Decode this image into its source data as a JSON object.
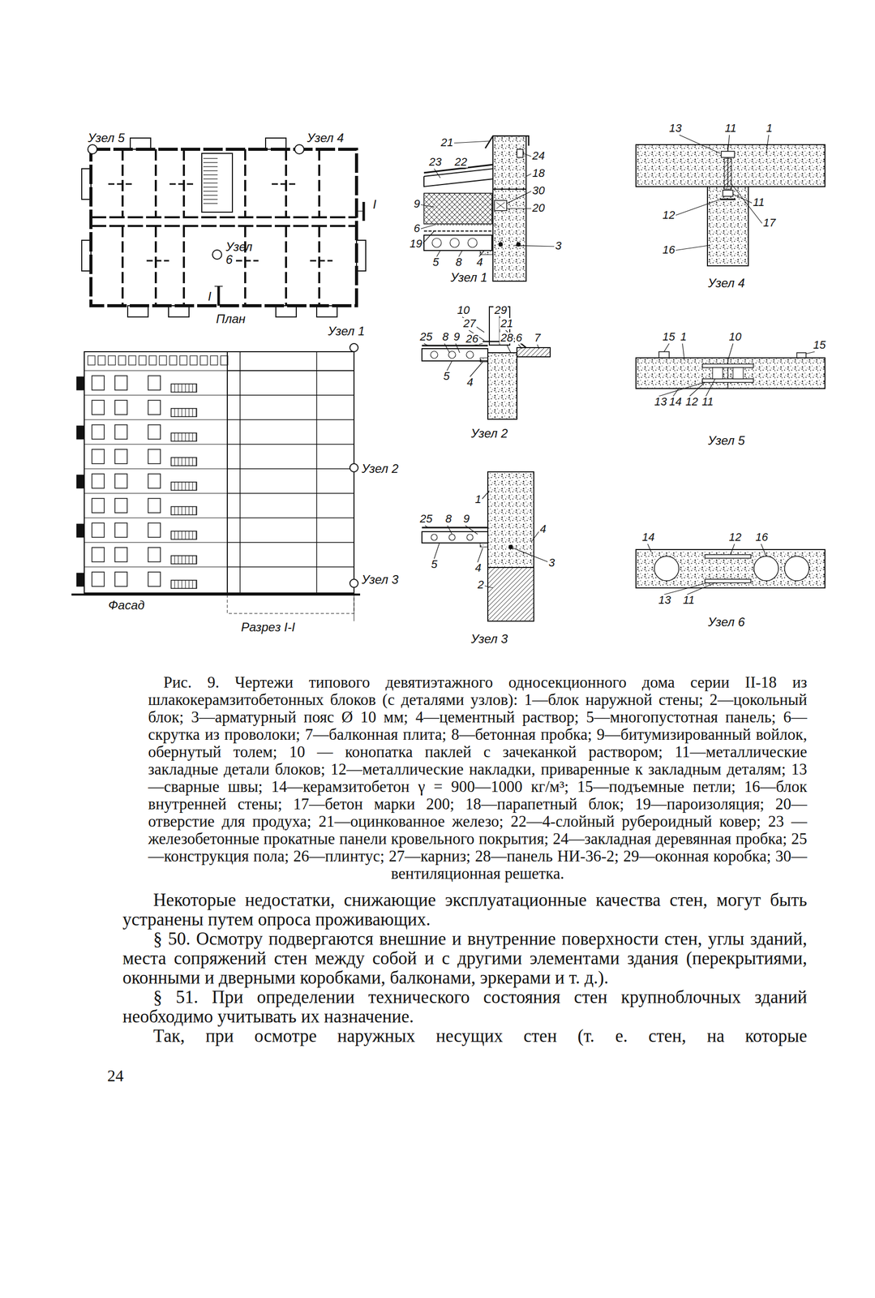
{
  "diagram": {
    "caption": "Рис. 9. Чертежи типового девятиэтажного односекционного дома серии II-18 из шлакокерамзитобетонных блоков (с деталями узлов): 1—блок наружной стены; 2—цокольный блок; 3—арматурный пояс Ø 10 мм; 4—цементный раствор; 5—многопустотная панель; 6—скрутка из проволоки; 7—балконная плита; 8—бетонная пробка; 9—битумизированный войлок, обернутый толем; 10 — конопатка паклей с зачеканкой раствором; 11—металлические закладные детали блоков; 12—металлические накладки, приваренные к закладным деталям; 13—сварные швы; 14—керамзитобетон γ = 900—1000 кг/м³; 15—подъемные петли; 16—блок внутренней стены; 17—бетон марки 200; 18—парапетный блок; 19—пароизоляция; 20—отверстие для продуха; 21—оцинкованное железо; 22—4-слойный рубероидный ковер; 23 — железобетонные прокатные панели кровельного покрытия; 24—закладная деревянная пробка; 25—конструкция пола; 26—плинтус; 27—карниз; 28—панель НИ-36-2; 29—оконная коробка; 30—вентиляционная решетка.",
    "labels": [
      "Узел 5",
      "Узел 4",
      "I",
      "Узел 6",
      "I",
      "План",
      "Узел 1",
      "Узел 2",
      "Узел 3",
      "Фасад",
      "Разрез I-I",
      "21",
      "23",
      "22",
      "24",
      "18",
      "30",
      "20",
      "9",
      "6",
      "19",
      "3",
      "5",
      "8",
      "4",
      "Узел 1",
      "10",
      "29",
      "27",
      "21",
      "25",
      "8",
      "9",
      "26",
      "28",
      "6",
      "7",
      "5",
      "4",
      "Узел 2",
      "1",
      "25",
      "8",
      "9",
      "4",
      "3",
      "5",
      "4",
      "2",
      "Узел 3",
      "13",
      "11",
      "1",
      "11",
      "17",
      "12",
      "16",
      "Узел 4",
      "15",
      "1",
      "10",
      "15",
      "13",
      "14",
      "12",
      "11",
      "Узел 5",
      "14",
      "12",
      "16",
      "13",
      "11",
      "Узел 6",
      "Некоторые недостатки, снижающие эксплуатационные качества стен, могут быть устранены путем опроса проживающих.",
      "§ 50. Осмотру подвергаются внешние и внутренние поверхности стен, углы зданий, места сопряжений стен между собой и с другими элементами здания (перекрытиями, оконными и дверными коробками, балконами, эркерами и т. д.).",
      "§ 51. При определении технического состояния стен крупноблочных зданий необходимо учитывать их назначение.",
      "Так, при осмотре наружных несущих стен (т. е. стен, на которые",
      "24"
    ]
  }
}
